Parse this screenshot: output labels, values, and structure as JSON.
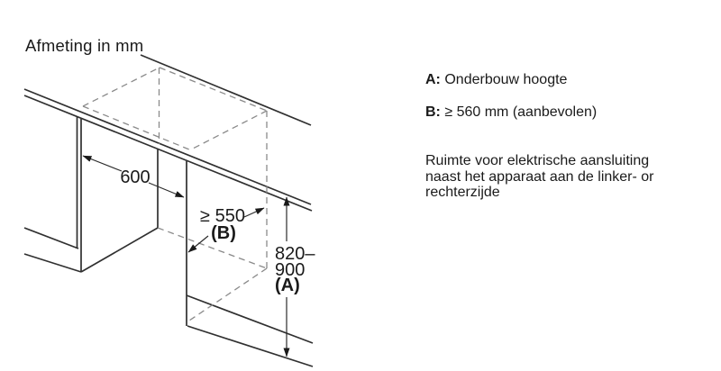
{
  "title": "Afmeting in mm",
  "diagram": {
    "width_label": "600",
    "depth_label": "≥ 550",
    "depth_key": "(B)",
    "height_label_line1": "820–",
    "height_label_line2": "900",
    "height_key": "(A)"
  },
  "legend": {
    "item_a": {
      "key": "A:",
      "text": "Onderbouw hoogte"
    },
    "item_b": {
      "key": "B:",
      "text": "≥ 560 mm (aanbevolen)"
    },
    "note": {
      "line1": "Ruimte voor elektrische aansluiting",
      "line2": "naast het apparaat aan de linker- or",
      "line3": "rechterzijde"
    }
  },
  "colors": {
    "background": "#ffffff",
    "line": "#303030",
    "dashed_line": "#8a8a8a",
    "text": "#1a1a1a"
  }
}
